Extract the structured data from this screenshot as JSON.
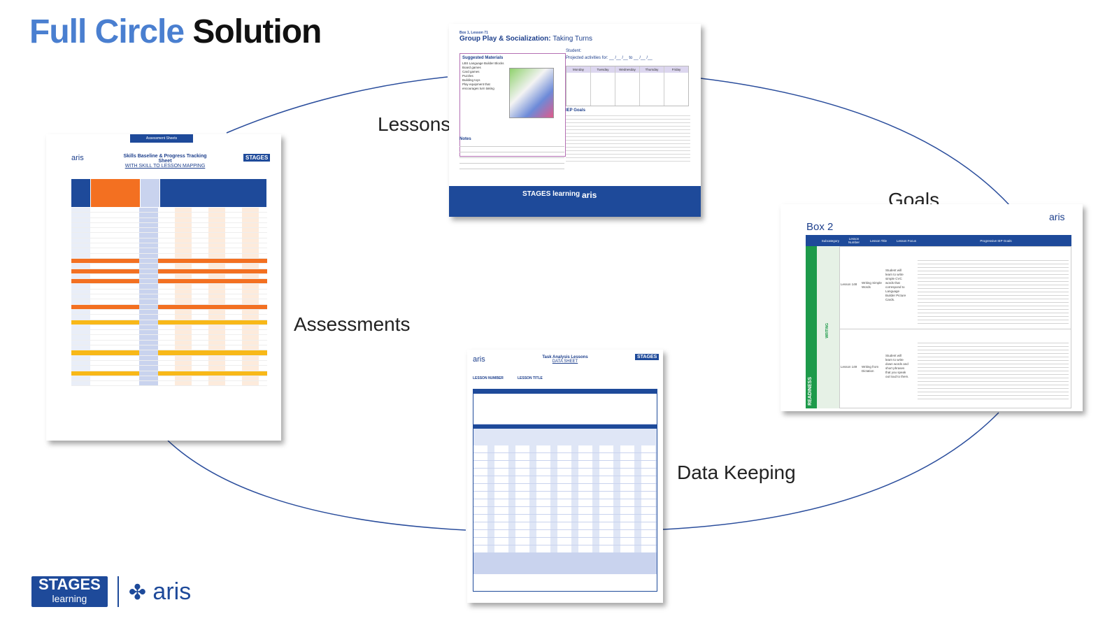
{
  "title": {
    "part1": "Full Circle",
    "part2": "Solution"
  },
  "labels": {
    "lessons": "Lessons",
    "goals": "Goals",
    "assessments": "Assessments",
    "data_keeping": "Data Keeping"
  },
  "colors": {
    "brand_blue": "#1e4a9a",
    "title_blue": "#4a7fd0",
    "orange": "#f37021",
    "green": "#1d9a4a"
  },
  "lesson_doc": {
    "kicker": "Box 1, Lesson 71",
    "heading": "Group Play & Socialization:",
    "heading_sub": "Taking Turns",
    "materials_title": "Suggested Materials",
    "materials": [
      "LBS Language Builder Blocks",
      "Board games",
      "Card games",
      "Puzzles",
      "Building toys",
      "Play equipment that encourages turn taking"
    ],
    "student_label": "Student:",
    "projected": "Projected activities for: __ /__ /__ to __ /__ /__",
    "weekdays": [
      "Monday",
      "Tuesday",
      "Wednesday",
      "Thursday",
      "Friday"
    ],
    "iep_title": "IEP Goals",
    "notes_title": "Notes",
    "footer_stages": "STAGES learning",
    "footer_aris": "aris"
  },
  "assessment_doc": {
    "tab": "Assessment Sheets",
    "heading": "Skills Baseline & Progress Tracking Sheet",
    "subheading": "WITH SKILL TO LESSON MAPPING",
    "logo": "aris",
    "stages": "STAGES"
  },
  "data_doc": {
    "logo": "aris",
    "heading": "Task Analysis Lessons",
    "subheading": "DATA SHEET",
    "stages": "STAGES",
    "lesson_number": "LESSON NUMBER",
    "lesson_title": "LESSON TITLE"
  },
  "goals_doc": {
    "box": "Box 2",
    "logo": "aris",
    "headers": [
      "Subcategory",
      "Lesson Number",
      "Lesson Title",
      "Lesson Focus",
      "Progressive IEP Goals"
    ],
    "category": "WRITING",
    "side": "READINESS",
    "rows": [
      {
        "number": "Lesson 148",
        "title": "Writing Simple Words",
        "focus": "Student will learn to write simple CVC words that correspond to Language Builder Picture Cards."
      },
      {
        "number": "Lesson 149",
        "title": "Writing from Dictation",
        "focus": "Student will learn to write down words and short phrases that you speak out loud to them."
      }
    ]
  },
  "footer_logos": {
    "stages": "STAGES",
    "stages_sub": "learning",
    "aris": "aris"
  }
}
